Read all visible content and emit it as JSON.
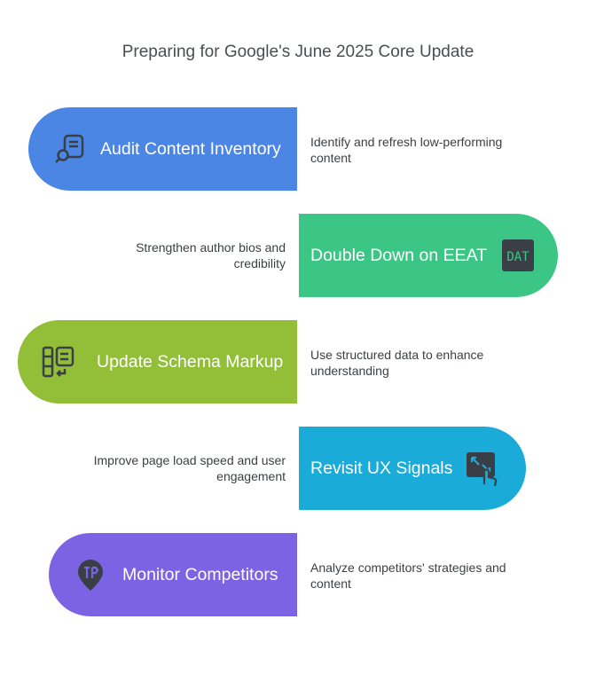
{
  "title": "Preparing for Google's June 2025 Core Update",
  "steps": [
    {
      "label": "Audit Content Inventory",
      "description": "Identify and refresh low-performing content",
      "color": "#4b86e5",
      "icon": "document-search-icon"
    },
    {
      "label": "Double Down on EEAT",
      "description": "Strengthen author bios and credibility",
      "color": "#3cc686",
      "icon": "data-icon",
      "icon_text": "DAT"
    },
    {
      "label": "Update Schema Markup",
      "description": "Use structured data to enhance understanding",
      "color": "#92be38",
      "icon": "schema-document-icon"
    },
    {
      "label": "Revisit UX Signals",
      "description": "Improve page load speed and user engagement",
      "color": "#1aabd9",
      "icon": "touch-resize-icon"
    },
    {
      "label": "Monitor Competitors",
      "description": "Analyze competitors' strategies and content",
      "color": "#7b63e3",
      "icon": "competitor-pin-icon"
    }
  ]
}
